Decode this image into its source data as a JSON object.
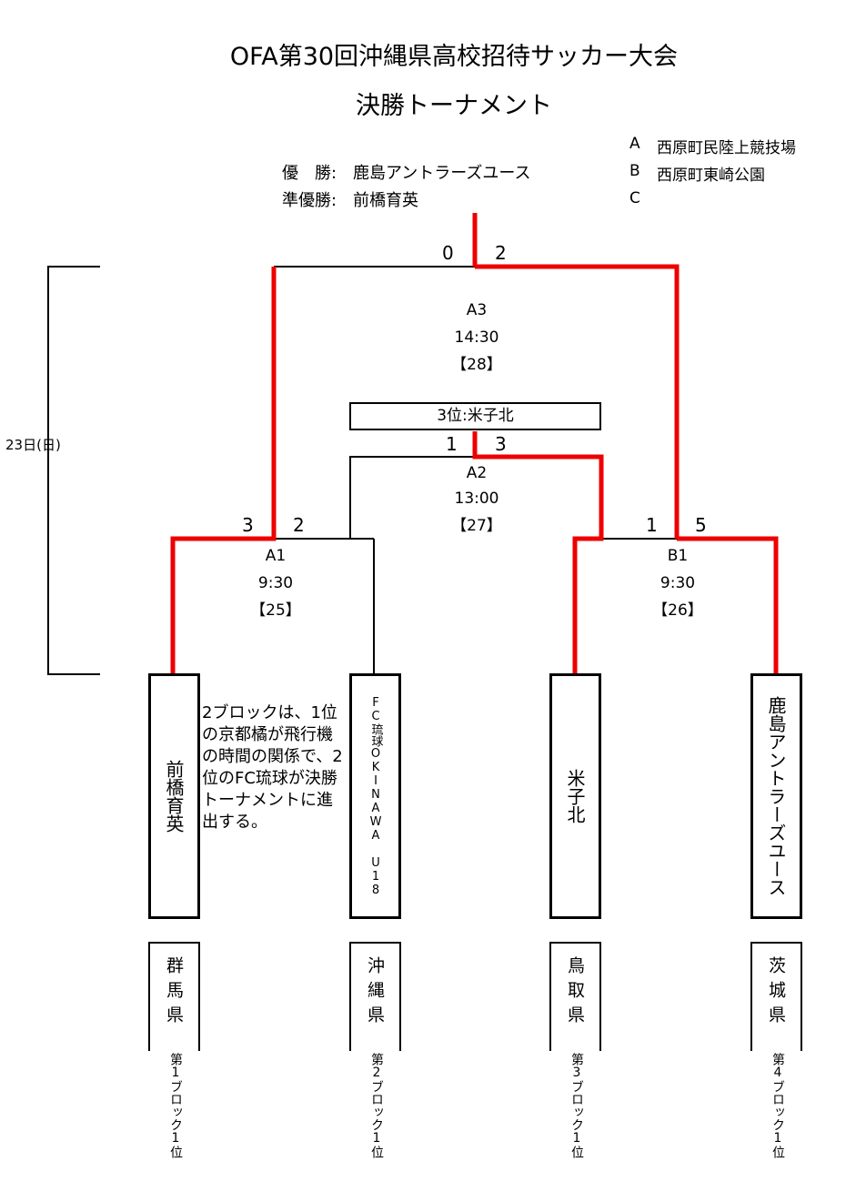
{
  "title": "OFA第30回沖縄県高校招待サッカー大会",
  "subtitle": "決勝トーナメント",
  "results": {
    "winner_label": "優　勝:",
    "winner": "鹿島アントラーズユース",
    "runner_label": "準優勝:",
    "runner": "前橋育英"
  },
  "venues": [
    {
      "code": "A",
      "name": "西原町民陸上競技場"
    },
    {
      "code": "B",
      "name": "西原町東崎公園"
    },
    {
      "code": "C",
      "name": ""
    }
  ],
  "date_label": "23日(日)",
  "third_place": "3位:米子北",
  "matches": {
    "a3": {
      "court": "A3",
      "time": "14:30",
      "no": "【28】",
      "score_left": "0",
      "score_right": "2"
    },
    "a2": {
      "court": "A2",
      "time": "13:00",
      "no": "【27】",
      "score_left": "1",
      "score_right": "3"
    },
    "a1": {
      "court": "A1",
      "time": "9:30",
      "no": "【25】",
      "score_left": "3",
      "score_right": "2"
    },
    "b1": {
      "court": "B1",
      "time": "9:30",
      "no": "【26】",
      "score_left": "1",
      "score_right": "5"
    }
  },
  "teams": [
    {
      "name": "前橋育英",
      "pref": "群馬県",
      "rank": "第1ブロック1位"
    },
    {
      "name": "FC琉球OKINAWA U18",
      "pref": "沖縄県",
      "rank": "第2ブロック1位"
    },
    {
      "name": "米子北",
      "pref": "鳥取県",
      "rank": "第3ブロック1位"
    },
    {
      "name": "鹿島アントラーズユース",
      "pref": "茨城県",
      "rank": "第4ブロック1位"
    }
  ],
  "note": "2ブロックは、1位の京都橘が飛行機の時間の関係で、2位のFC琉球が決勝トーナメントに進出する。",
  "colors": {
    "winner_line": "#ee0000",
    "line": "#000000"
  }
}
